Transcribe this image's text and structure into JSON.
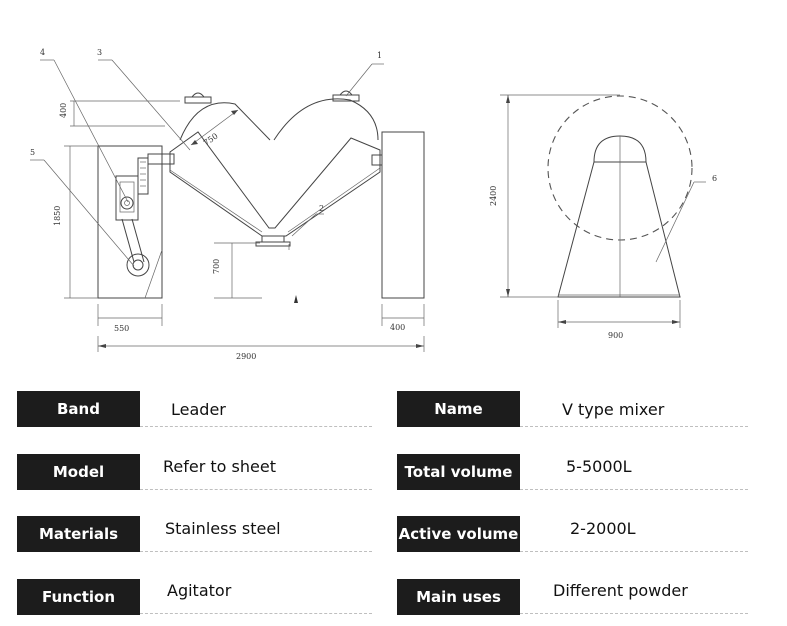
{
  "drawing": {
    "callouts": [
      "1",
      "2",
      "3",
      "4",
      "5",
      "6"
    ],
    "dimensions": {
      "d400_top": "400",
      "d750": "750",
      "d1850": "1850",
      "d700": "700",
      "d550": "550",
      "d400_right": "400",
      "d2900": "2900",
      "d2400": "2400",
      "d900": "900"
    }
  },
  "specs": {
    "left": [
      {
        "label": "Band",
        "value": "Leader"
      },
      {
        "label": "Model",
        "value": "Refer to sheet"
      },
      {
        "label": "Materials",
        "value": "Stainless steel"
      },
      {
        "label": "Function",
        "value": "Agitator"
      }
    ],
    "right": [
      {
        "label": "Name",
        "value": "V type mixer"
      },
      {
        "label": "Total volume",
        "value": "5-5000L"
      },
      {
        "label": "Active volume",
        "value": "2-2000L"
      },
      {
        "label": "Main uses",
        "value": "Different powder"
      }
    ]
  }
}
